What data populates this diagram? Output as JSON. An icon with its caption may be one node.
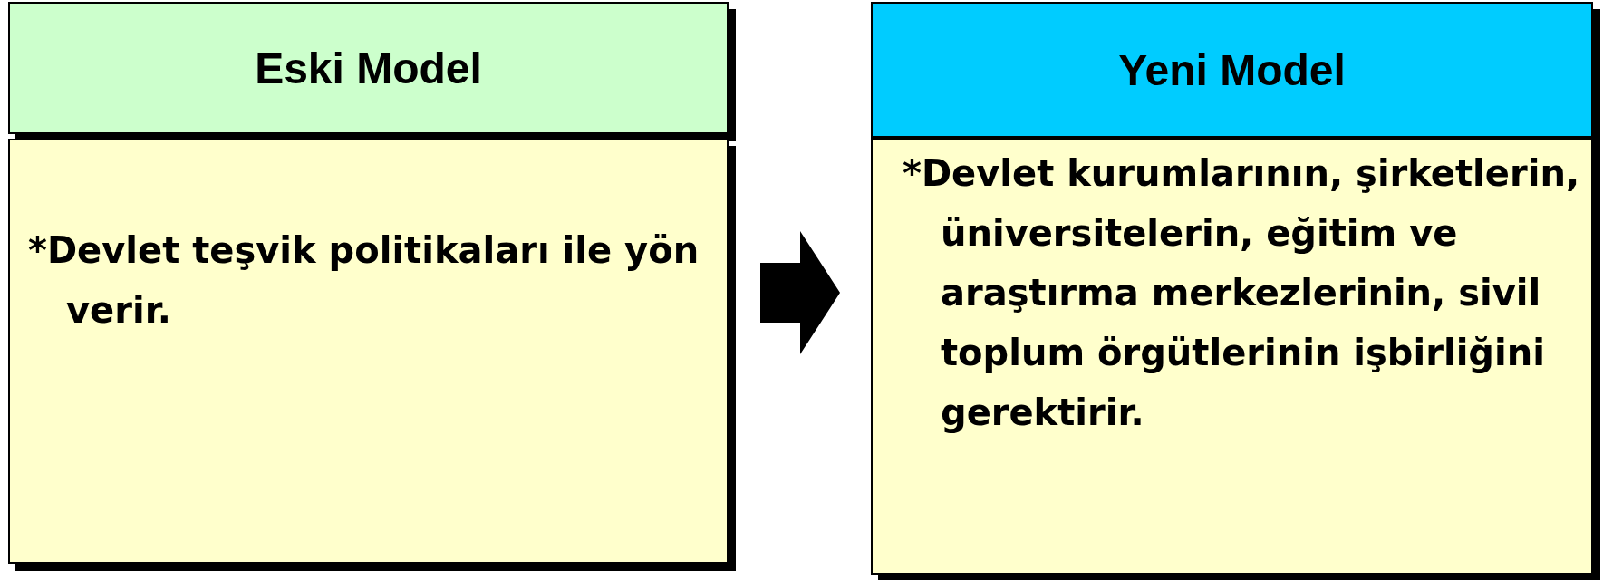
{
  "diagram": {
    "nodes": [
      {
        "text": [
          "Eski Model"
        ]
      },
      {
        "text": [
          "*Devlet teşvik politikaları ile yön verir."
        ]
      },
      {
        "text": [
          "Yeni Model"
        ]
      },
      {
        "text": [
          "*Devlet kurumlarının, şirketlerin, üniversitelerin, eğitim ve araştırma merkezlerinin, sivil toplum örgütlerinin işbirliğini gerektirir."
        ]
      }
    ],
    "edges": [
      {
        "from": 1,
        "to": 3,
        "arrow": "to"
      }
    ]
  }
}
